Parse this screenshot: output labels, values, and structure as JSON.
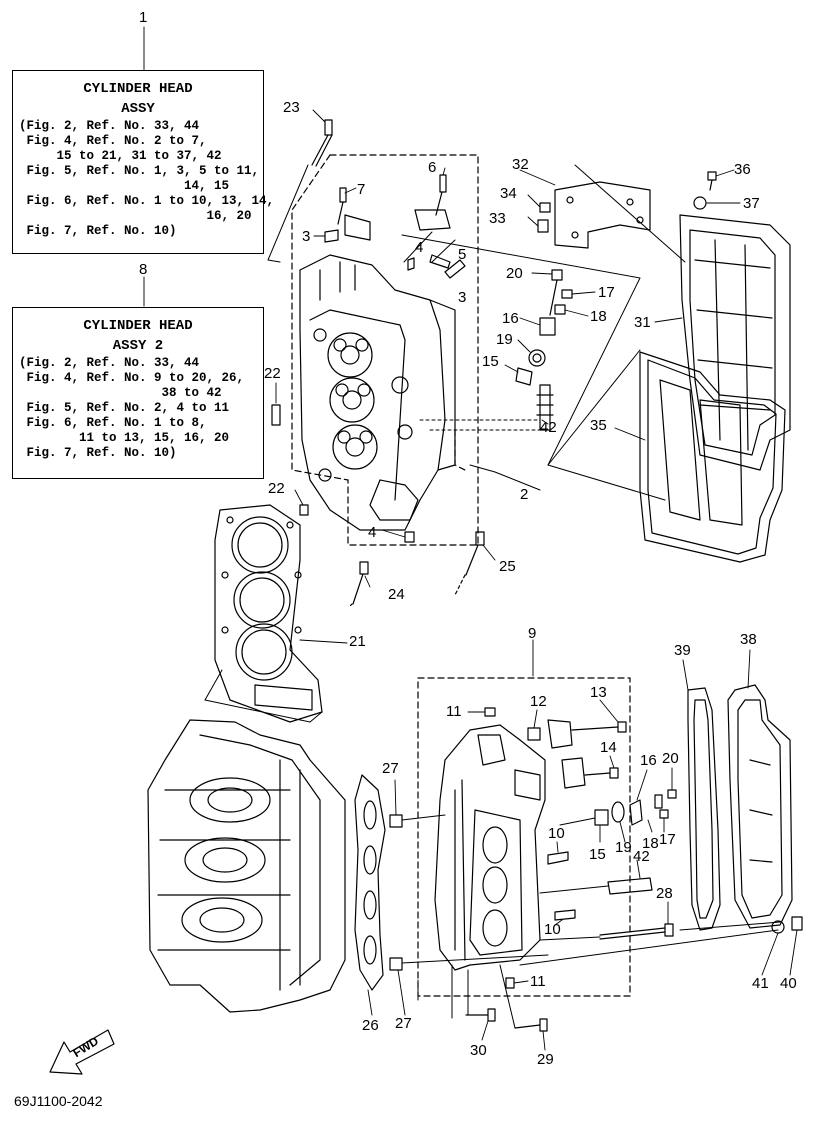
{
  "boxes": [
    {
      "ref": "1",
      "title1": "CYLINDER HEAD",
      "title2": "ASSY",
      "lines": [
        "(Fig. 2, Ref. No. 33, 44",
        " Fig. 4, Ref. No. 2 to 7,",
        "     15 to 21, 31 to 37, 42",
        " Fig. 5, Ref. No. 1, 3, 5 to 11,",
        "                      14, 15",
        " Fig. 6, Ref. No. 1 to 10, 13, 14,",
        "                         16, 20",
        " Fig. 7, Ref. No. 10)"
      ]
    },
    {
      "ref": "8",
      "title1": "CYLINDER HEAD",
      "title2": "ASSY 2",
      "lines": [
        "(Fig. 2, Ref. No. 33, 44",
        " Fig. 4, Ref. No. 9 to 20, 26,",
        "                   38 to 42",
        " Fig. 5, Ref. No. 2, 4 to 11",
        " Fig. 6, Ref. No. 1 to 8,",
        "        11 to 13, 15, 16, 20",
        " Fig. 7, Ref. No. 10)"
      ]
    }
  ],
  "callouts": {
    "c23": "23",
    "c7": "7",
    "c6": "6",
    "c3a": "3",
    "c4a": "4",
    "c5": "5",
    "c3b": "3",
    "c32": "32",
    "c34": "34",
    "c33": "33",
    "c36": "36",
    "c37": "37",
    "c20a": "20",
    "c17a": "17",
    "c18a": "18",
    "c16a": "16",
    "c19a": "19",
    "c15a": "15",
    "c31": "31",
    "c35": "35",
    "c42a": "42",
    "c22a": "22",
    "c22b": "22",
    "c2": "2",
    "c4b": "4",
    "c25": "25",
    "c24": "24",
    "c21": "21",
    "c9": "9",
    "c39": "39",
    "c38": "38",
    "c11a": "11",
    "c12": "12",
    "c13": "13",
    "c14": "14",
    "c27a": "27",
    "c16b": "16",
    "c20b": "20",
    "c10a": "10",
    "c15b": "15",
    "c19b": "19",
    "c18b": "18",
    "c17b": "17",
    "c42b": "42",
    "c28": "28",
    "c10b": "10",
    "c11b": "11",
    "c41": "41",
    "c40": "40",
    "c26": "26",
    "c27b": "27",
    "c30": "30",
    "c29": "29"
  },
  "fwd_label": "FWD",
  "drawing_code": "69J1100-2042"
}
